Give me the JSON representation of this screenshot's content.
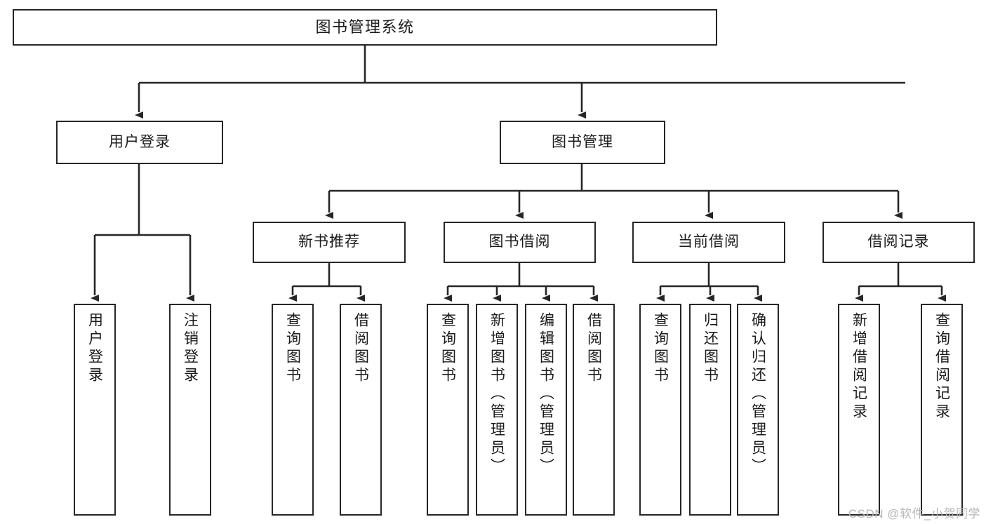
{
  "diagram": {
    "kind": "tree-hierarchy-chart",
    "root": {
      "label": "图书管理系统"
    },
    "level1": [
      {
        "label": "用户登录"
      },
      {
        "label": "图书管理"
      }
    ],
    "level2": [
      {
        "label": "新书推荐"
      },
      {
        "label": "图书借阅"
      },
      {
        "label": "当前借阅"
      },
      {
        "label": "借阅记录"
      }
    ],
    "leaves": {
      "user_login": [
        {
          "label": "用户登录"
        },
        {
          "label": "注销登录"
        }
      ],
      "new_book_recommend": [
        {
          "label": "查询图书"
        },
        {
          "label": "借阅图书"
        }
      ],
      "book_borrow": [
        {
          "label": "查询图书"
        },
        {
          "label": "新增图书（管理员）"
        },
        {
          "label": "编辑图书（管理员）"
        },
        {
          "label": "借阅图书"
        }
      ],
      "current_borrow": [
        {
          "label": "查询图书"
        },
        {
          "label": "归还图书"
        },
        {
          "label": "确认归还（管理员）"
        }
      ],
      "borrow_record": [
        {
          "label": "新增借阅记录"
        },
        {
          "label": "查询借阅记录"
        }
      ]
    }
  },
  "watermark": {
    "text": "CSDN @软件_小贺同学"
  },
  "colors": {
    "stroke": "#262626",
    "fill": "#ffffff",
    "text": "#1b1b1b",
    "watermark": "#b6b6b6"
  }
}
